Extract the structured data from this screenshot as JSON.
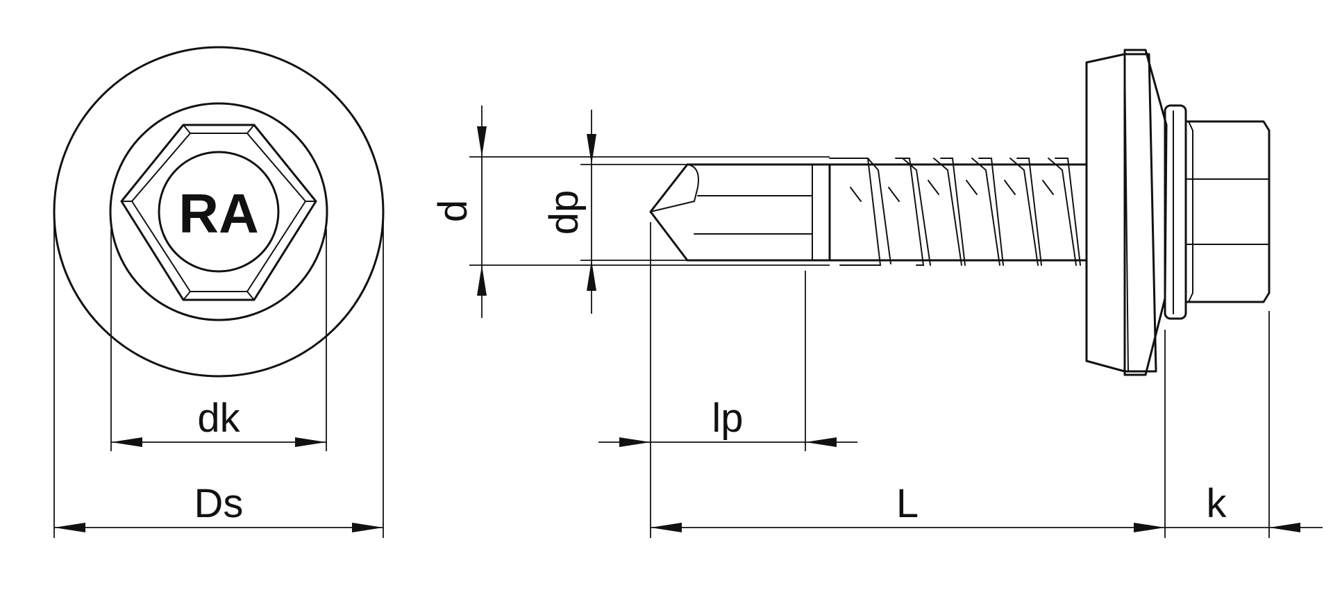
{
  "head_marking": "RA",
  "dimensions": {
    "d": "d",
    "dp": "dp",
    "dk": "dk",
    "Ds": "Ds",
    "lp": "lp",
    "L": "L",
    "k": "k"
  }
}
